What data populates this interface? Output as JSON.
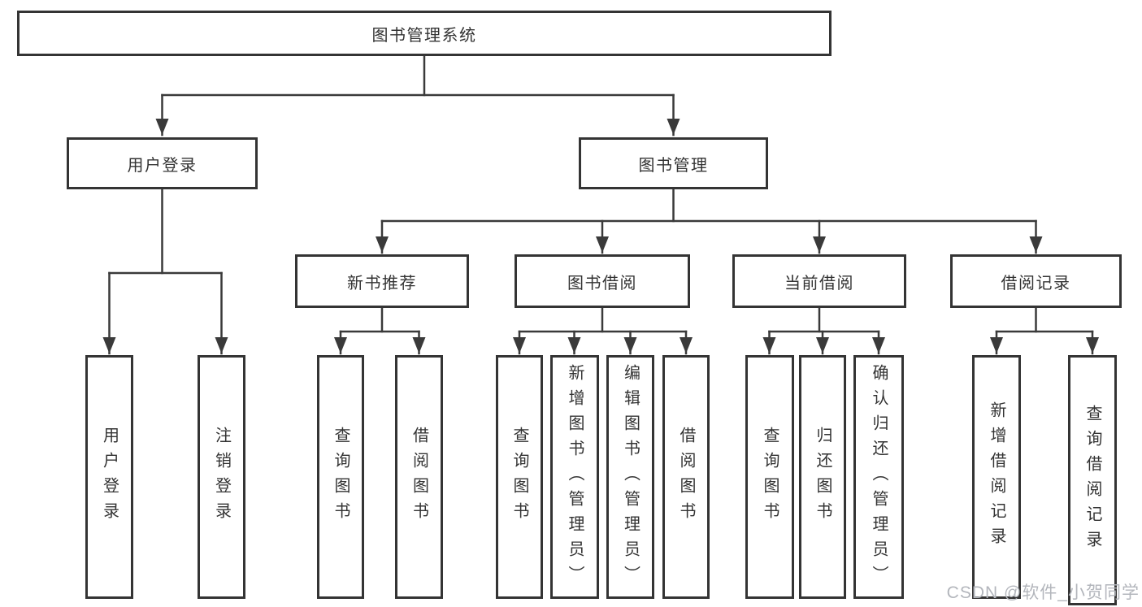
{
  "diagram": {
    "root": {
      "label": "图书管理系统",
      "children": [
        {
          "label": "用户登录",
          "children": [
            {
              "label": "用户登录"
            },
            {
              "label": "注销登录"
            }
          ]
        },
        {
          "label": "图书管理",
          "children": [
            {
              "label": "新书推荐",
              "children": [
                {
                  "label": "查询图书"
                },
                {
                  "label": "借阅图书"
                }
              ]
            },
            {
              "label": "图书借阅",
              "children": [
                {
                  "label": "查询图书"
                },
                {
                  "label": "新增图书（管理员）"
                },
                {
                  "label": "编辑图书（管理员）"
                },
                {
                  "label": "借阅图书"
                }
              ]
            },
            {
              "label": "当前借阅",
              "children": [
                {
                  "label": "查询图书"
                },
                {
                  "label": "归还图书"
                },
                {
                  "label": "确认归还（管理员）"
                }
              ]
            },
            {
              "label": "借阅记录",
              "children": [
                {
                  "label": "新增借阅记录"
                },
                {
                  "label": "查询借阅记录"
                }
              ]
            }
          ]
        }
      ]
    },
    "watermark": "CSDN @软件_小贺同学",
    "colors": {
      "line": "#3a3a3a",
      "box_border": "#343434",
      "text": "#333333",
      "watermark": "#b3b6bc",
      "background": "#ffffff"
    }
  }
}
